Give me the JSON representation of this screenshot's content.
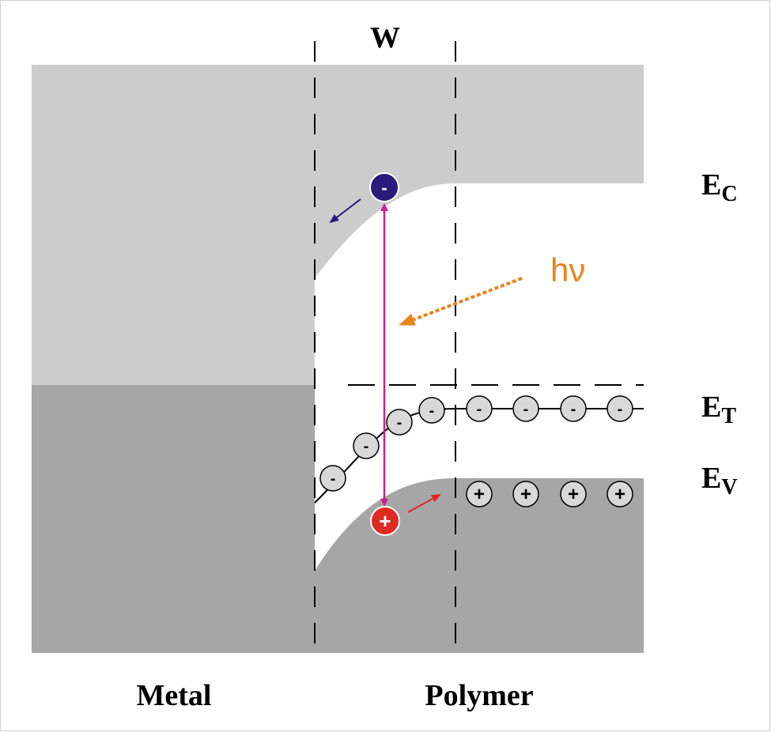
{
  "labels": {
    "width_region": "W",
    "conduction_band": "E",
    "conduction_band_sub": "C",
    "trap_level": "E",
    "trap_level_sub": "T",
    "valence_band": "E",
    "valence_band_sub": "V",
    "photon": "hν",
    "metal": "Metal",
    "polymer": "Polymer"
  },
  "charges": {
    "electron_sign": "-",
    "hole_sign": "+"
  },
  "colors": {
    "upper_band": "#cccccc",
    "lower_band": "#a6a6a6",
    "electron": "#2a1a7a",
    "hole": "#dd2a22",
    "photon_arrow": "#e8841c",
    "transition_arrow": "#cc1f8f",
    "trapped_charge_fill": "#d8d8d8"
  }
}
